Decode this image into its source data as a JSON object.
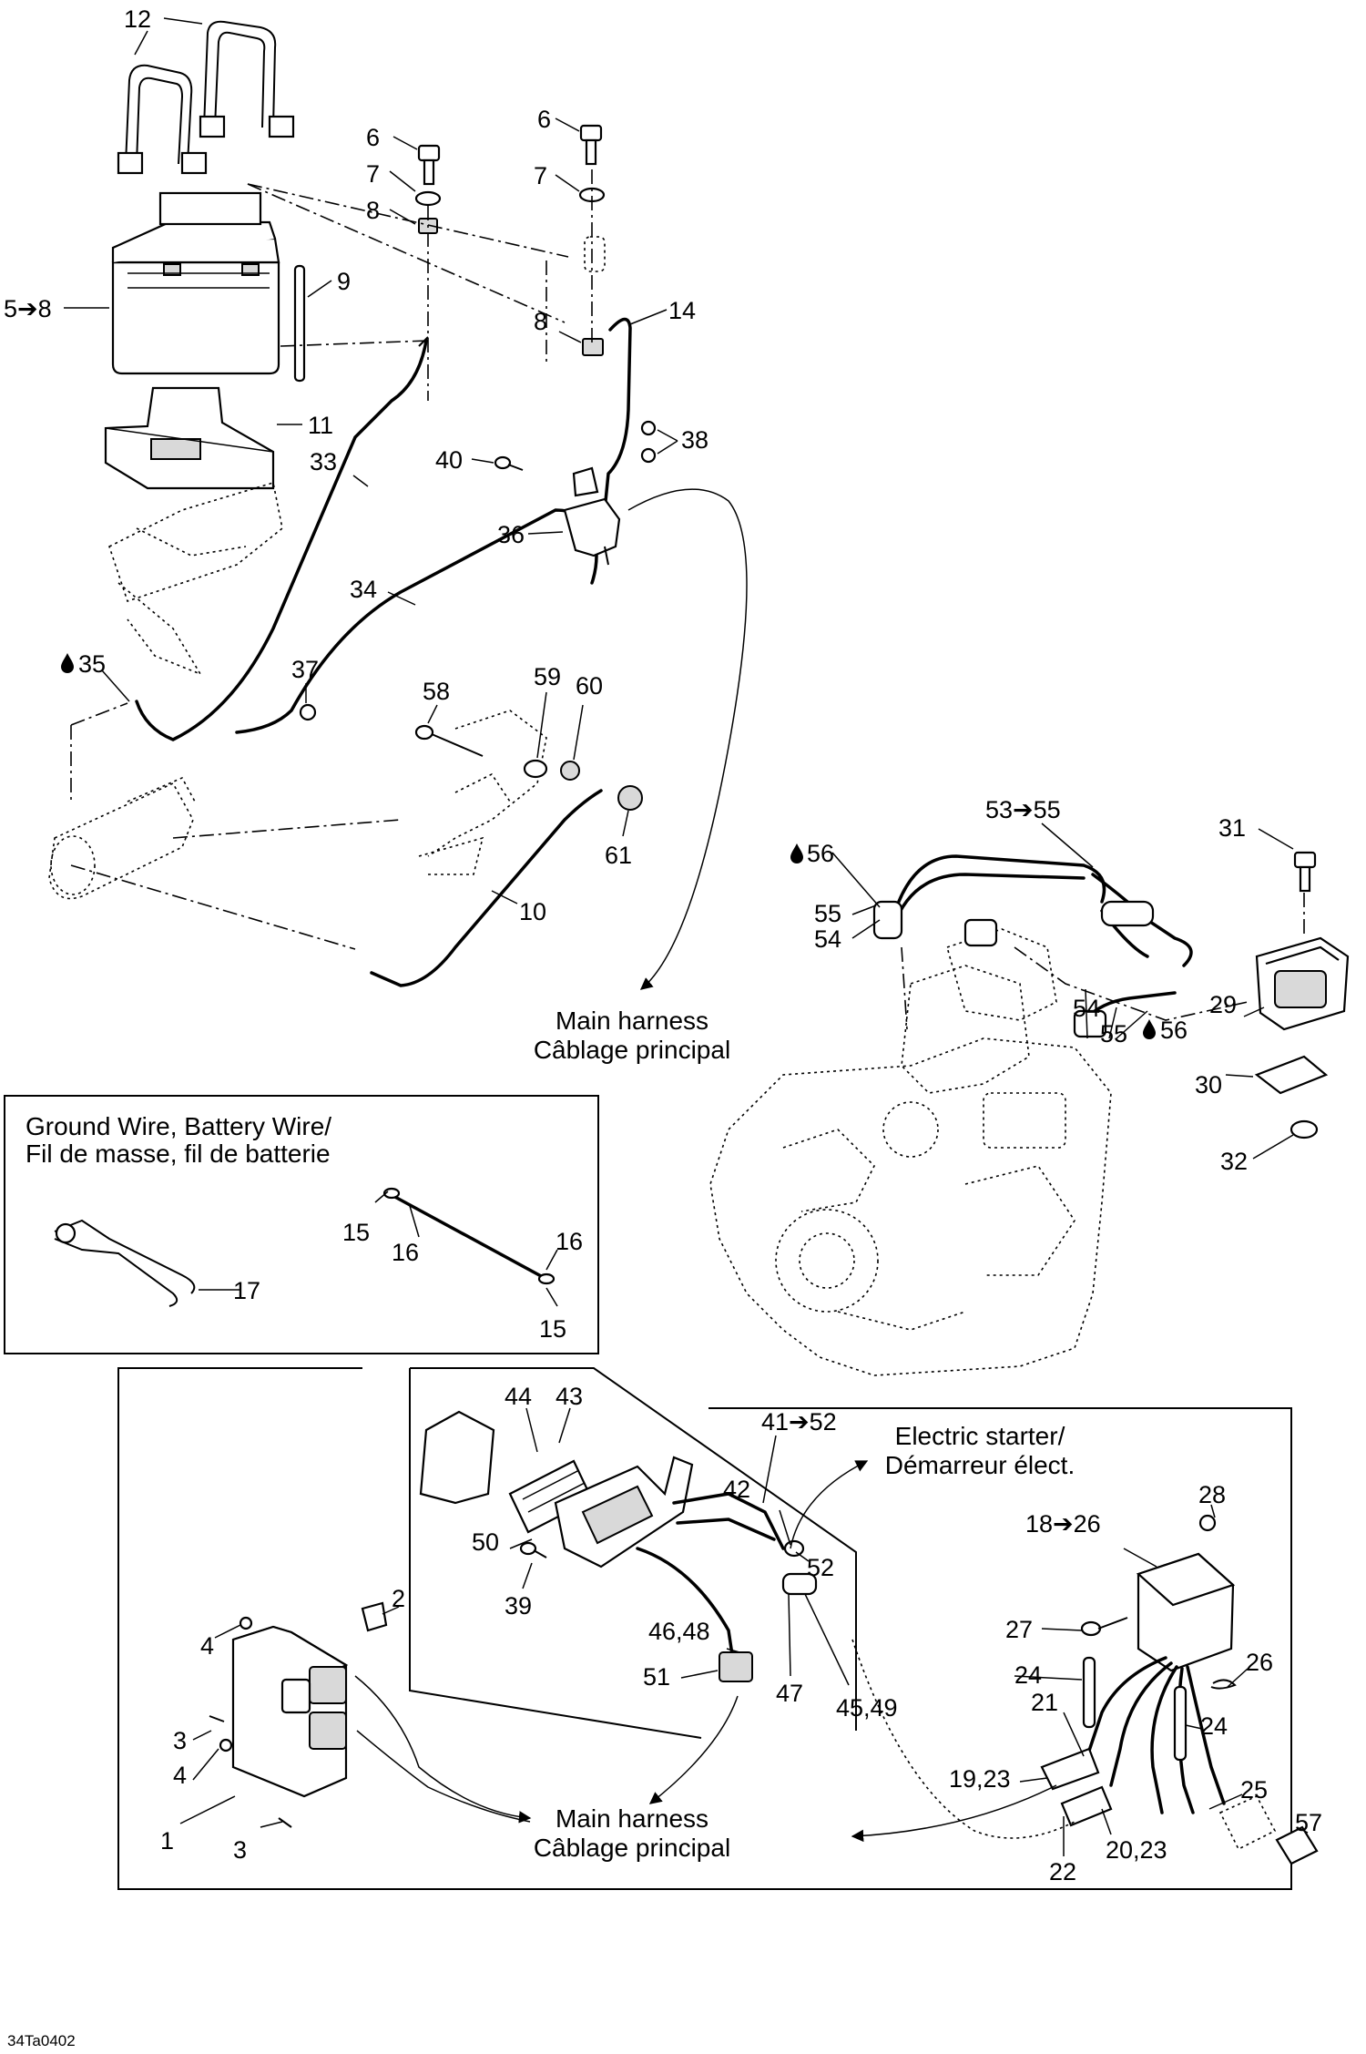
{
  "notes": {
    "main_harness_1": [
      "Main harness",
      "Câblage principal"
    ],
    "main_harness_2": [
      "Main harness",
      "Câblage principal"
    ],
    "electric_starter": [
      "Electric starter/",
      "Démarreur élect."
    ],
    "ground_wire_box": [
      "Ground Wire, Battery Wire/",
      "Fil de masse, fil de batterie"
    ]
  },
  "reference": "34Ta0402",
  "callouts": [
    {
      "id": "c12",
      "text": "12"
    },
    {
      "id": "c6a",
      "text": "6"
    },
    {
      "id": "c7a",
      "text": "7"
    },
    {
      "id": "c8a",
      "text": "8"
    },
    {
      "id": "c6b",
      "text": "6"
    },
    {
      "id": "c7b",
      "text": "7"
    },
    {
      "id": "c5-8",
      "text": "5➔8"
    },
    {
      "id": "c9",
      "text": "9"
    },
    {
      "id": "c8b",
      "text": "8"
    },
    {
      "id": "c14",
      "text": "14"
    },
    {
      "id": "c11",
      "text": "11"
    },
    {
      "id": "c38",
      "text": "38"
    },
    {
      "id": "c33",
      "text": "33"
    },
    {
      "id": "c40",
      "text": "40"
    },
    {
      "id": "c36",
      "text": "36"
    },
    {
      "id": "c34",
      "text": "34"
    },
    {
      "id": "c35",
      "text": "35",
      "lubricant_symbol": true
    },
    {
      "id": "c37",
      "text": "37"
    },
    {
      "id": "c58",
      "text": "58"
    },
    {
      "id": "c59",
      "text": "59"
    },
    {
      "id": "c60",
      "text": "60"
    },
    {
      "id": "c61",
      "text": "61"
    },
    {
      "id": "c10",
      "text": "10"
    },
    {
      "id": "c53-55",
      "text": "53➔55"
    },
    {
      "id": "c31",
      "text": "31"
    },
    {
      "id": "c56a",
      "text": "56",
      "lubricant_symbol": true
    },
    {
      "id": "c55a",
      "text": "55"
    },
    {
      "id": "c54a",
      "text": "54"
    },
    {
      "id": "c54b",
      "text": "54"
    },
    {
      "id": "c55b",
      "text": "55"
    },
    {
      "id": "c56b",
      "text": "56",
      "lubricant_symbol": true
    },
    {
      "id": "c29",
      "text": "29"
    },
    {
      "id": "c30",
      "text": "30"
    },
    {
      "id": "c32",
      "text": "32"
    },
    {
      "id": "c15a",
      "text": "15"
    },
    {
      "id": "c16a",
      "text": "16"
    },
    {
      "id": "c16b",
      "text": "16"
    },
    {
      "id": "c17",
      "text": "17"
    },
    {
      "id": "c15b",
      "text": "15"
    },
    {
      "id": "c44",
      "text": "44"
    },
    {
      "id": "c43",
      "text": "43"
    },
    {
      "id": "c41-52",
      "text": "41➔52"
    },
    {
      "id": "c42",
      "text": "42"
    },
    {
      "id": "c50",
      "text": "50"
    },
    {
      "id": "c39",
      "text": "39"
    },
    {
      "id": "c52",
      "text": "52"
    },
    {
      "id": "c28",
      "text": "28"
    },
    {
      "id": "c18-26",
      "text": "18➔26"
    },
    {
      "id": "c2",
      "text": "2"
    },
    {
      "id": "c4a",
      "text": "4"
    },
    {
      "id": "c46-48",
      "text": "46,48"
    },
    {
      "id": "c51",
      "text": "51"
    },
    {
      "id": "c47",
      "text": "47"
    },
    {
      "id": "c45-49",
      "text": "45,49"
    },
    {
      "id": "c27",
      "text": "27"
    },
    {
      "id": "c26",
      "text": "26"
    },
    {
      "id": "c24a",
      "text": "24"
    },
    {
      "id": "c21",
      "text": "21"
    },
    {
      "id": "c24b",
      "text": "24"
    },
    {
      "id": "c3a",
      "text": "3"
    },
    {
      "id": "c4b",
      "text": "4"
    },
    {
      "id": "c19-23",
      "text": "19,23"
    },
    {
      "id": "c25",
      "text": "25"
    },
    {
      "id": "c1",
      "text": "1"
    },
    {
      "id": "c3b",
      "text": "3"
    },
    {
      "id": "c57",
      "text": "57"
    },
    {
      "id": "c22",
      "text": "22"
    },
    {
      "id": "c20-23",
      "text": "20,23"
    }
  ]
}
